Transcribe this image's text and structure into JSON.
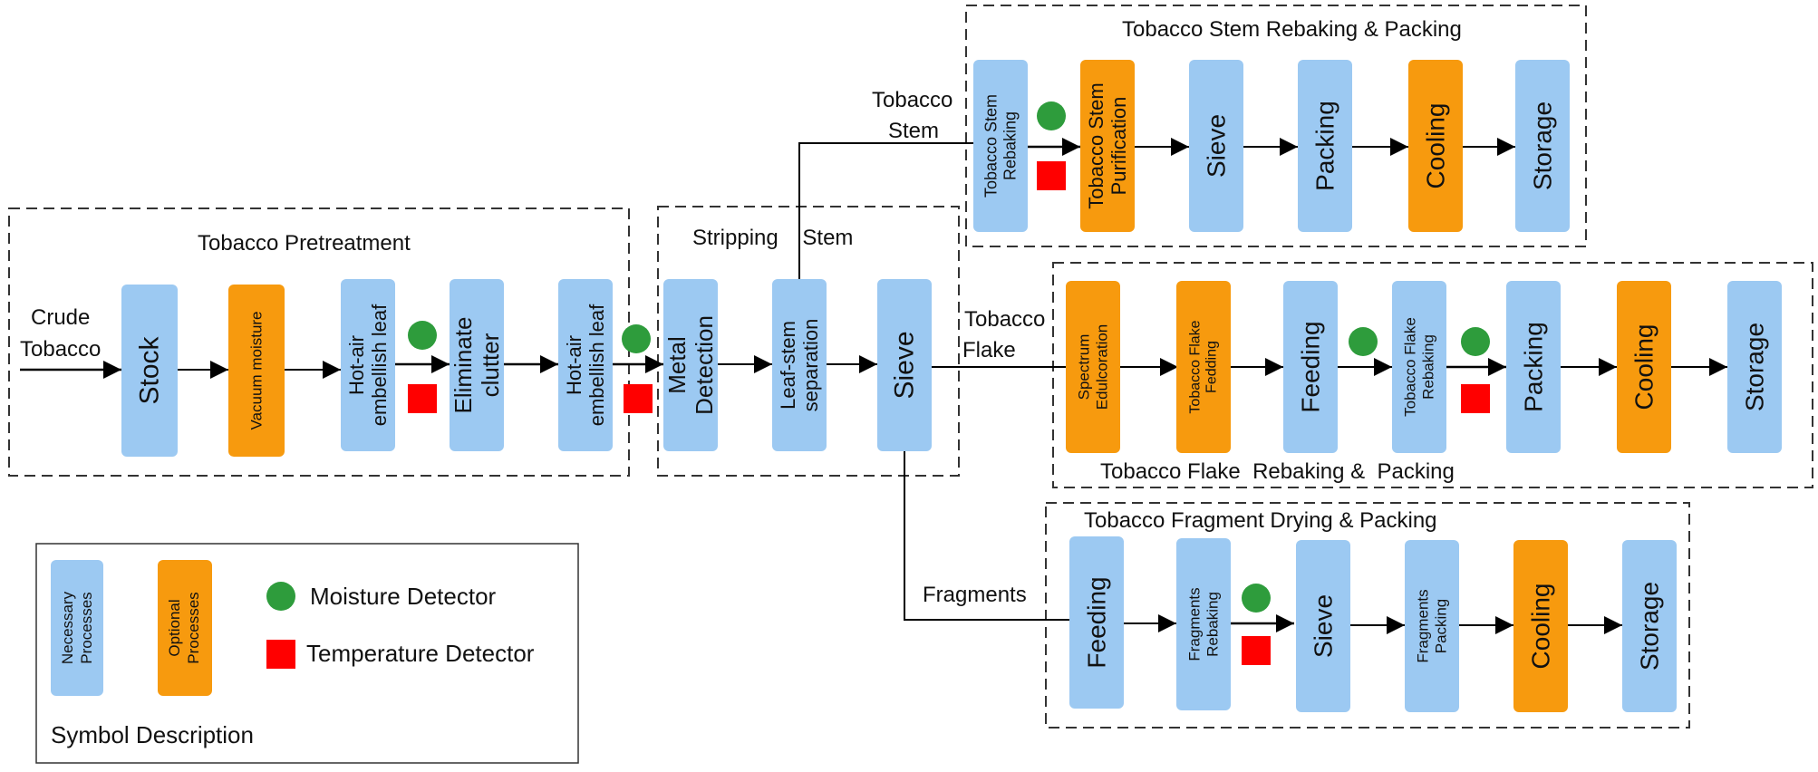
{
  "colors": {
    "necessary": "#9cc9f2",
    "optional": "#f79a0e",
    "moisture": "#2e9c3c",
    "temperature": "#ff0000",
    "line": "#000000",
    "frame": "#333333"
  },
  "groups": {
    "pretreatment": "Tobacco Pretreatment",
    "stripping": "Stripping    Stem",
    "stem_rebaking": "Tobacco Stem Rebaking & Packing",
    "flake_rebaking": "Tobacco Flake  Rebaking &  Packing",
    "fragment_drying": "Tobacco Fragment Drying & Packing"
  },
  "flow_labels": {
    "crude_1": "Crude",
    "crude_2": "Tobacco",
    "stem_1": "Tobacco",
    "stem_2": "Stem",
    "flake_1": "Tobacco",
    "flake_2": "Flake",
    "fragments": "Fragments"
  },
  "processes": {
    "stock": "Stock",
    "vacuum_moisture": "Vacuum moisture",
    "hot_air_1": [
      "Hot-air",
      "embellish leaf"
    ],
    "eliminate": [
      "Eliminate",
      "clutter"
    ],
    "hot_air_2": [
      "Hot-air",
      "embellish leaf"
    ],
    "metal": [
      "Metal",
      "Detection"
    ],
    "leaf_stem": [
      "Leaf-stem",
      "separation"
    ],
    "sieve_main": "Sieve",
    "stem_rebaking": [
      "Tobacco  Stem",
      "Rebaking"
    ],
    "stem_purification": [
      "Tobacco Stem",
      "Purification"
    ],
    "stem_sieve": "Sieve",
    "stem_packing": "Packing",
    "stem_cooling": "Cooling",
    "stem_storage": "Storage",
    "spectrum": [
      "Spectrum",
      "Edulcoration"
    ],
    "flake_fedding": [
      "Tobacco  Flake",
      "Fedding"
    ],
    "flake_feeding": "Feeding",
    "flake_rebaking": [
      "Tobacco  Flake",
      "Rebaking"
    ],
    "flake_packing": "Packing",
    "flake_cooling": "Cooling",
    "flake_storage": "Storage",
    "frag_feeding": "Feeding",
    "frag_rebaking": [
      "Fragments",
      "Rebaking"
    ],
    "frag_sieve": "Sieve",
    "frag_packing": [
      "Fragments",
      "Packing"
    ],
    "frag_cooling": "Cooling",
    "frag_storage": "Storage"
  },
  "legend": {
    "necessary": [
      "Necessary",
      "Processes"
    ],
    "optional": [
      "Optional",
      "Processes"
    ],
    "moisture": "Moisture Detector",
    "temperature": "Temperature Detector",
    "title": "Symbol Description"
  }
}
